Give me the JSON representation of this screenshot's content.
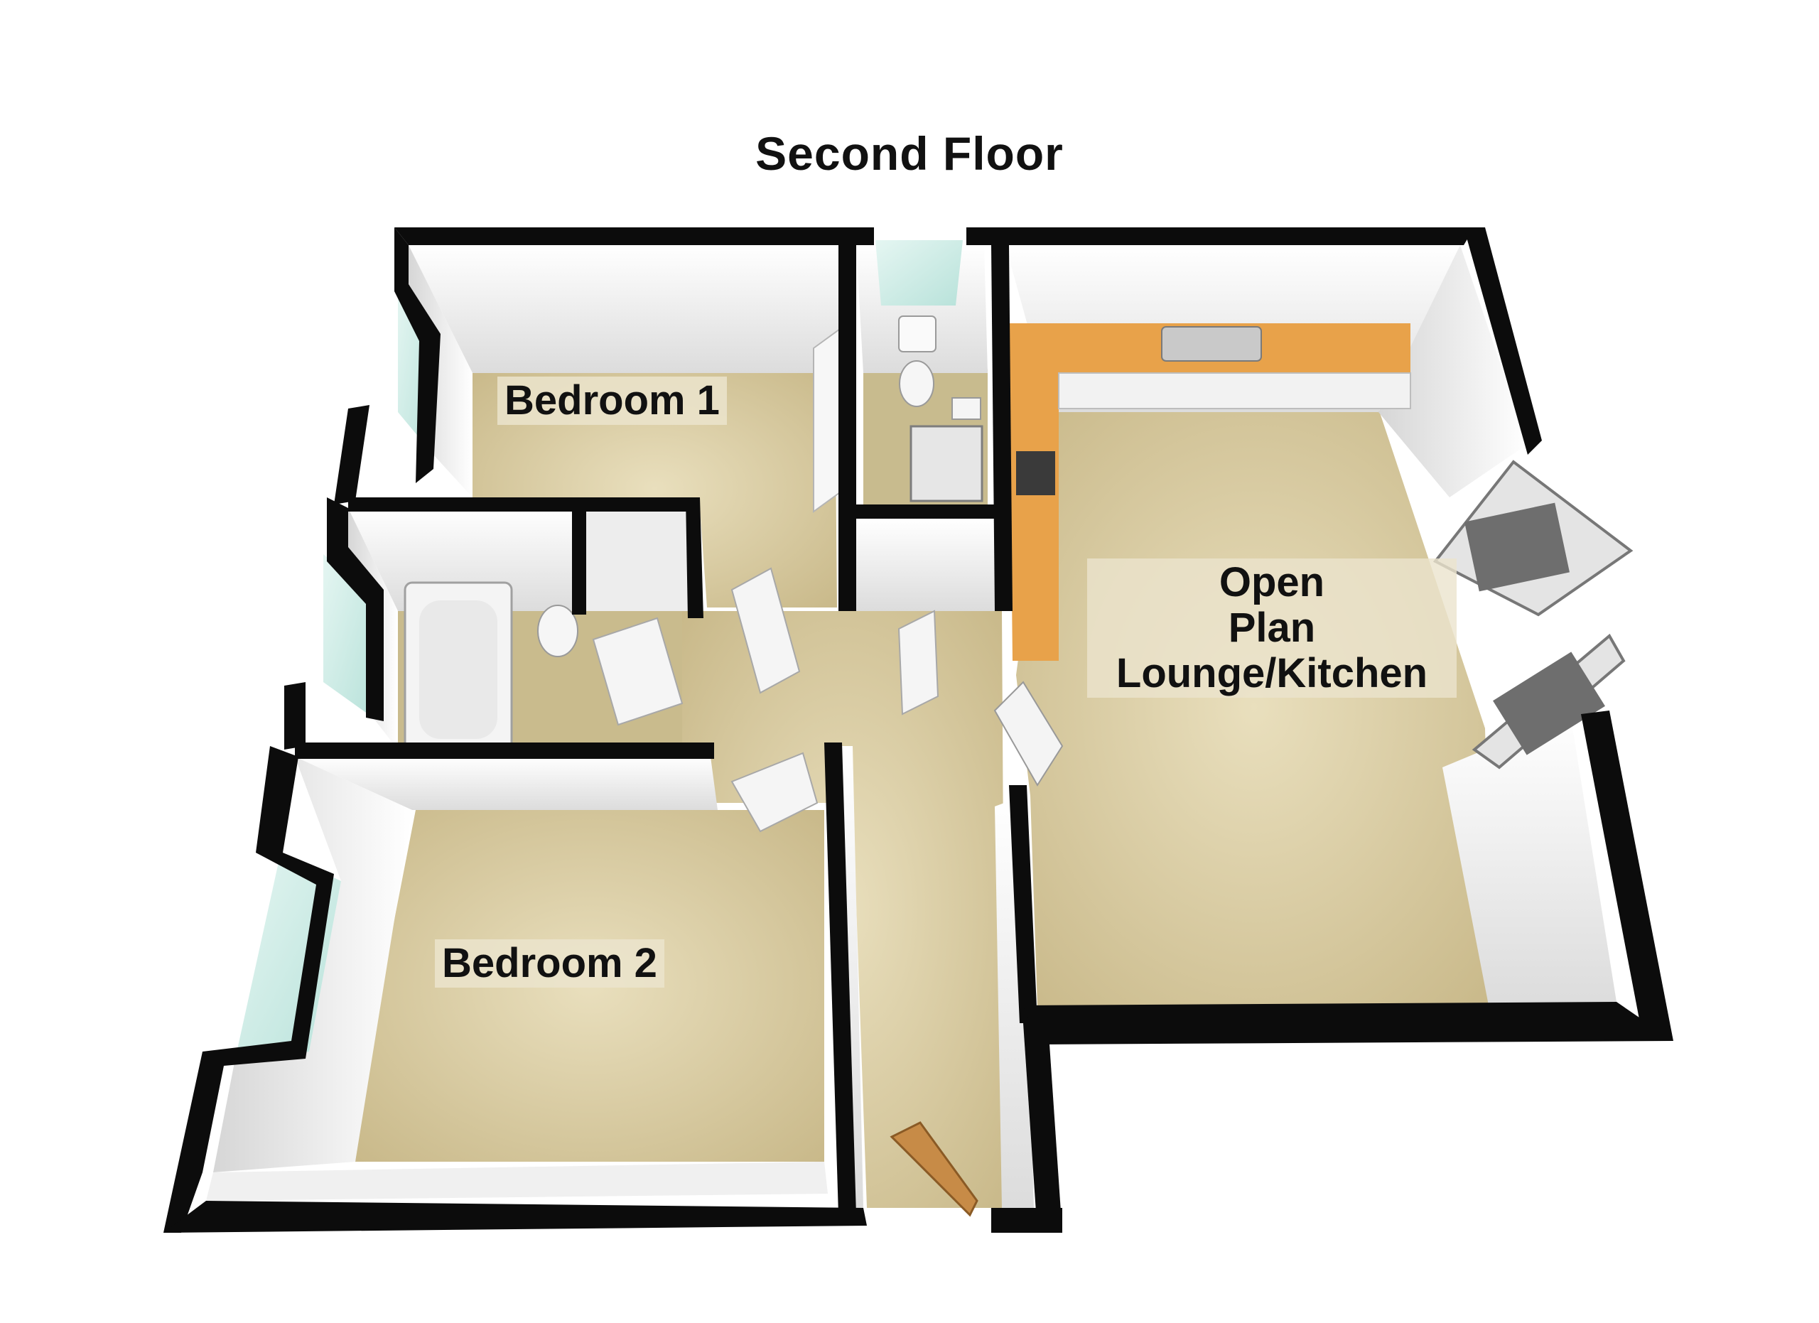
{
  "floor_title": "Second Floor",
  "rooms": {
    "bedroom_1": "Bedroom 1",
    "bedroom_2": "Bedroom 2",
    "lounge_kitchen": [
      "Open",
      "Plan",
      "Lounge/Kitchen"
    ]
  },
  "colors": {
    "wall": "#0c0c0c",
    "wall_face": "#f2f2f2",
    "carpet": "#cdbf92",
    "worktop": "#e8a24a",
    "window_glass": "#cfeee8"
  }
}
